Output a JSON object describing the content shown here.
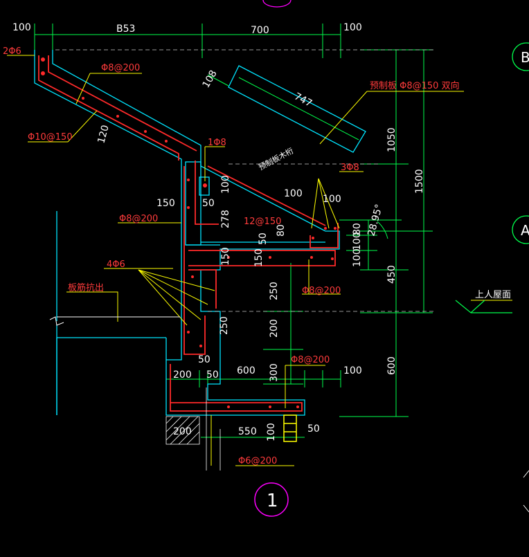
{
  "colors": {
    "background": "#000000",
    "concrete_outline": "#00e5ff",
    "rebar": "#ff2a2a",
    "dimension": "#00ff4c",
    "leader": "#ffff00",
    "text": "#ffffff",
    "grid_bubble": "#00ff4c",
    "detail_bubble": "#ff00ff"
  },
  "top_dims": {
    "d1": "100",
    "d2": "B53",
    "d3": "700",
    "d4": "100"
  },
  "right_dims": {
    "r1": "1050",
    "r2": "1500",
    "r3": "450",
    "r4": "600"
  },
  "mid_dims": {
    "m100a": "100",
    "m100b": "100",
    "m100c": "100",
    "m100d": "100",
    "m150a": "150",
    "m150b": "150",
    "m150c": "150",
    "m50a": "50",
    "m50b": "50",
    "m50c": "50",
    "m50d": "50",
    "m278": "278",
    "m80a": "80",
    "m80b": "80",
    "m100e": "100",
    "m250a": "250",
    "m250b": "250",
    "m200a": "200",
    "m120": "120",
    "m108": "108",
    "m747": "747",
    "m300": "300",
    "m600": "600",
    "m200b": "200",
    "m200c": "200",
    "m550": "550",
    "m100f": "100",
    "m100g": "100",
    "m50e": "50",
    "angle": "28.95°"
  },
  "labels": {
    "bar_2phi6": "2Φ6",
    "bar_phi8_200_top": "Φ8@200",
    "bar_phi10_150": "Φ10@150",
    "bar_1phi8": "1Φ8",
    "bar_3phi8": "3Φ8",
    "precast_slab": "预制板 Φ8@150 双向",
    "precast_wood": "预制板木桁",
    "bar_phi8_200_mid": "Φ8@200",
    "bar_12phi150": "12@150",
    "bar_4phi6": "4Φ6",
    "bar_phi8_200_low": "Φ8@200",
    "slab_rebar_out": "板筋抗出",
    "bar_phi8_200_base": "Φ8@200",
    "bar_phi6_200": "Φ6@200",
    "roof_label": "上人屋面"
  },
  "grid_bubbles": {
    "b": "B",
    "a": "A",
    "detail": "1"
  }
}
